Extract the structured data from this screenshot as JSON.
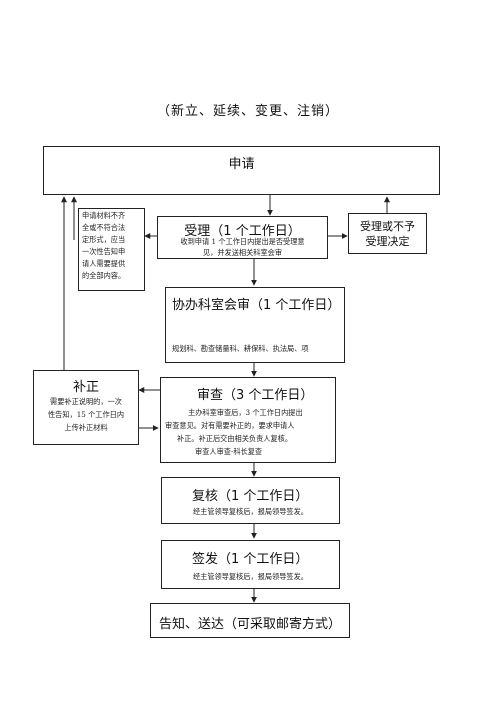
{
  "title": "（新立、延续、变更、注销）",
  "nodes": {
    "apply": {
      "label": "申请"
    },
    "accept": {
      "label": "受理（1 个工作日）",
      "desc_line1": "收到申请 1 个工作日内提出是否受理意",
      "desc_line2": "见，并发送相关科室会审"
    },
    "reject": {
      "label_line1": "受理或不予",
      "label_line2": "受理决定"
    },
    "incomplete": {
      "lines": [
        "申请材料不齐",
        "全或不符合法",
        "定形式，应当",
        "一次性告知申",
        "请人需要提供",
        "的全部内容。"
      ]
    },
    "joint": {
      "label": "协办科室会审（1 个工作日）",
      "desc": "规划科、勘查储量科、耕保科、执法局、项"
    },
    "supplement": {
      "label": "补正",
      "lines": [
        "需要补正说明的，一次",
        "性告知，15 个工作日内",
        "上传补正材料"
      ]
    },
    "review": {
      "label": "审查（3 个工作日）",
      "lines": [
        "主办科室审查后，3 个工作日内提出",
        "审查意见。对有需要补正的，要求申请人",
        "补正。补正后交由相关负责人复核。",
        "审查人审查-科长复查"
      ]
    },
    "recheck": {
      "label": "复核（1 个工作日）",
      "desc": "经主管领导复核后，报局领导签发。"
    },
    "sign": {
      "label": "签发（1 个工作日）",
      "desc": "经主管领导复核后，报局领导签发。"
    },
    "notify": {
      "label": "告知、送达（可采取邮寄方式）"
    }
  }
}
